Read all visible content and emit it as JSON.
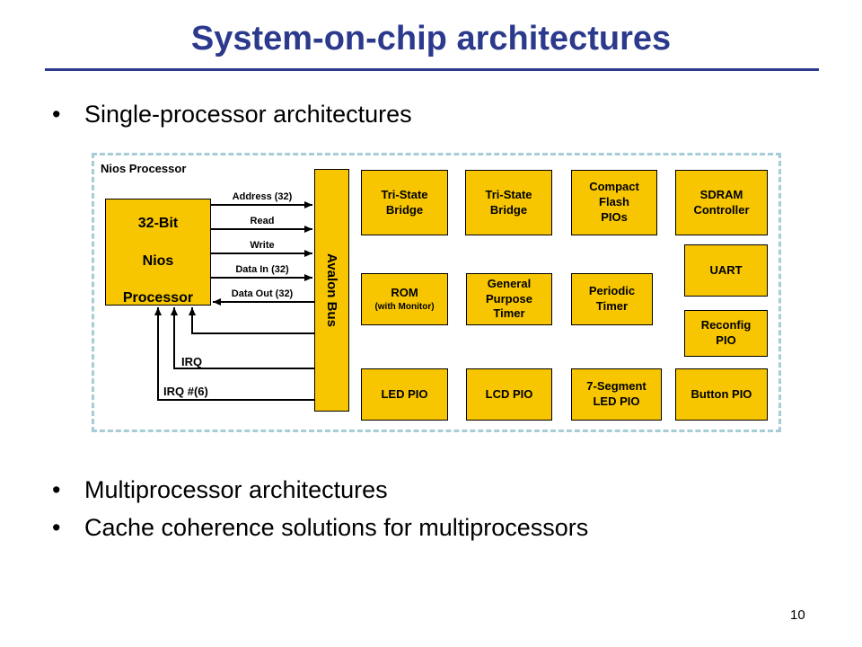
{
  "slide": {
    "title": "System-on-chip architectures",
    "page_number": "10"
  },
  "bullets": [
    "Single-processor architectures",
    "Multiprocessor architectures",
    "Cache coherence solutions for multiprocessors"
  ],
  "bullet_symbol": "•",
  "diagram": {
    "frame_label": "Nios Processor",
    "processor": {
      "line1": "32-Bit",
      "line2": "Nios",
      "line3": "Processor"
    },
    "bus_label": "Avalon Bus",
    "signals": {
      "address": "Address (32)",
      "read": "Read",
      "write": "Write",
      "data_in": "Data In (32)",
      "data_out": "Data Out (32)",
      "irq": "IRQ",
      "irq_num": "IRQ #(6)"
    },
    "peripherals": {
      "tristate1": "Tri-State\nBridge",
      "tristate2": "Tri-State\nBridge",
      "compact_flash": "Compact\nFlash\nPIOs",
      "sdram": "SDRAM\nController",
      "rom": "ROM",
      "rom_sub": "(with Monitor)",
      "gp_timer": "General\nPurpose\nTimer",
      "periodic_timer": "Periodic\nTimer",
      "uart": "UART",
      "reconfig": "Reconfig\nPIO",
      "led": "LED PIO",
      "lcd": "LCD PIO",
      "seg7": "7-Segment\nLED PIO",
      "button": "Button PIO"
    },
    "colors": {
      "block": "#f7c600",
      "frame": "#a8ccd6",
      "title": "#2b3a8c"
    }
  }
}
